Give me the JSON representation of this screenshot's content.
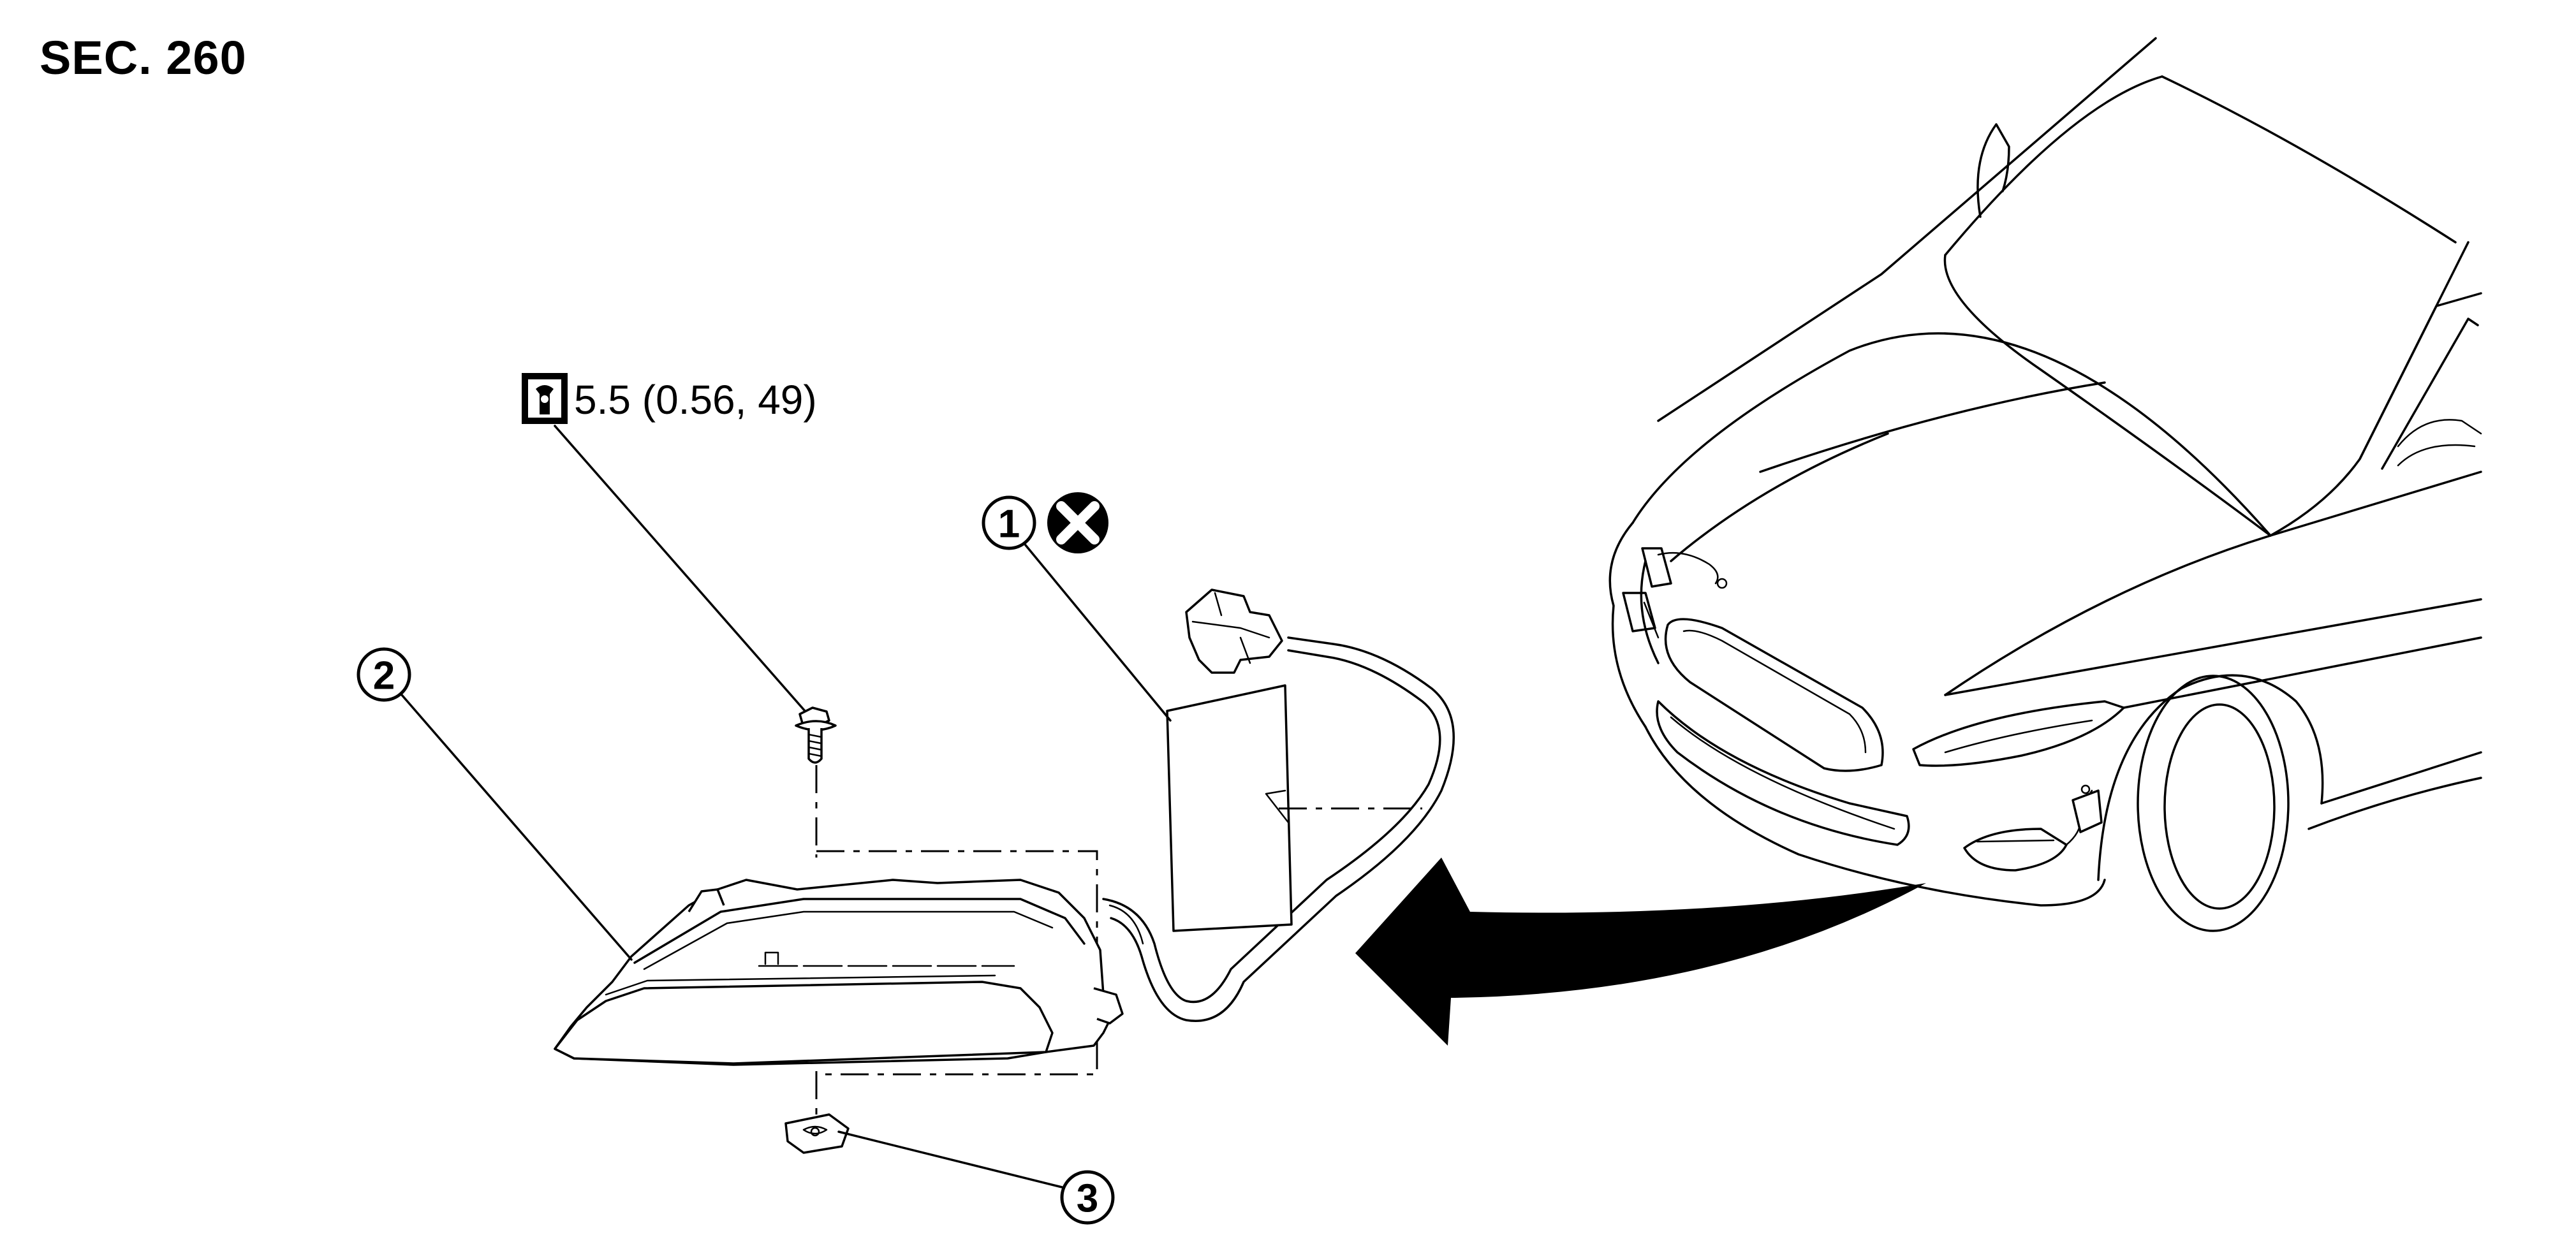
{
  "header": {
    "section_code": "SEC. 260"
  },
  "torque": {
    "icon": "torque-wrench-icon",
    "value": "5.5 (0.56, 49)"
  },
  "callouts": [
    {
      "number": "1",
      "marker_icon": "do-not-reuse-icon"
    },
    {
      "number": "2"
    },
    {
      "number": "3"
    }
  ]
}
